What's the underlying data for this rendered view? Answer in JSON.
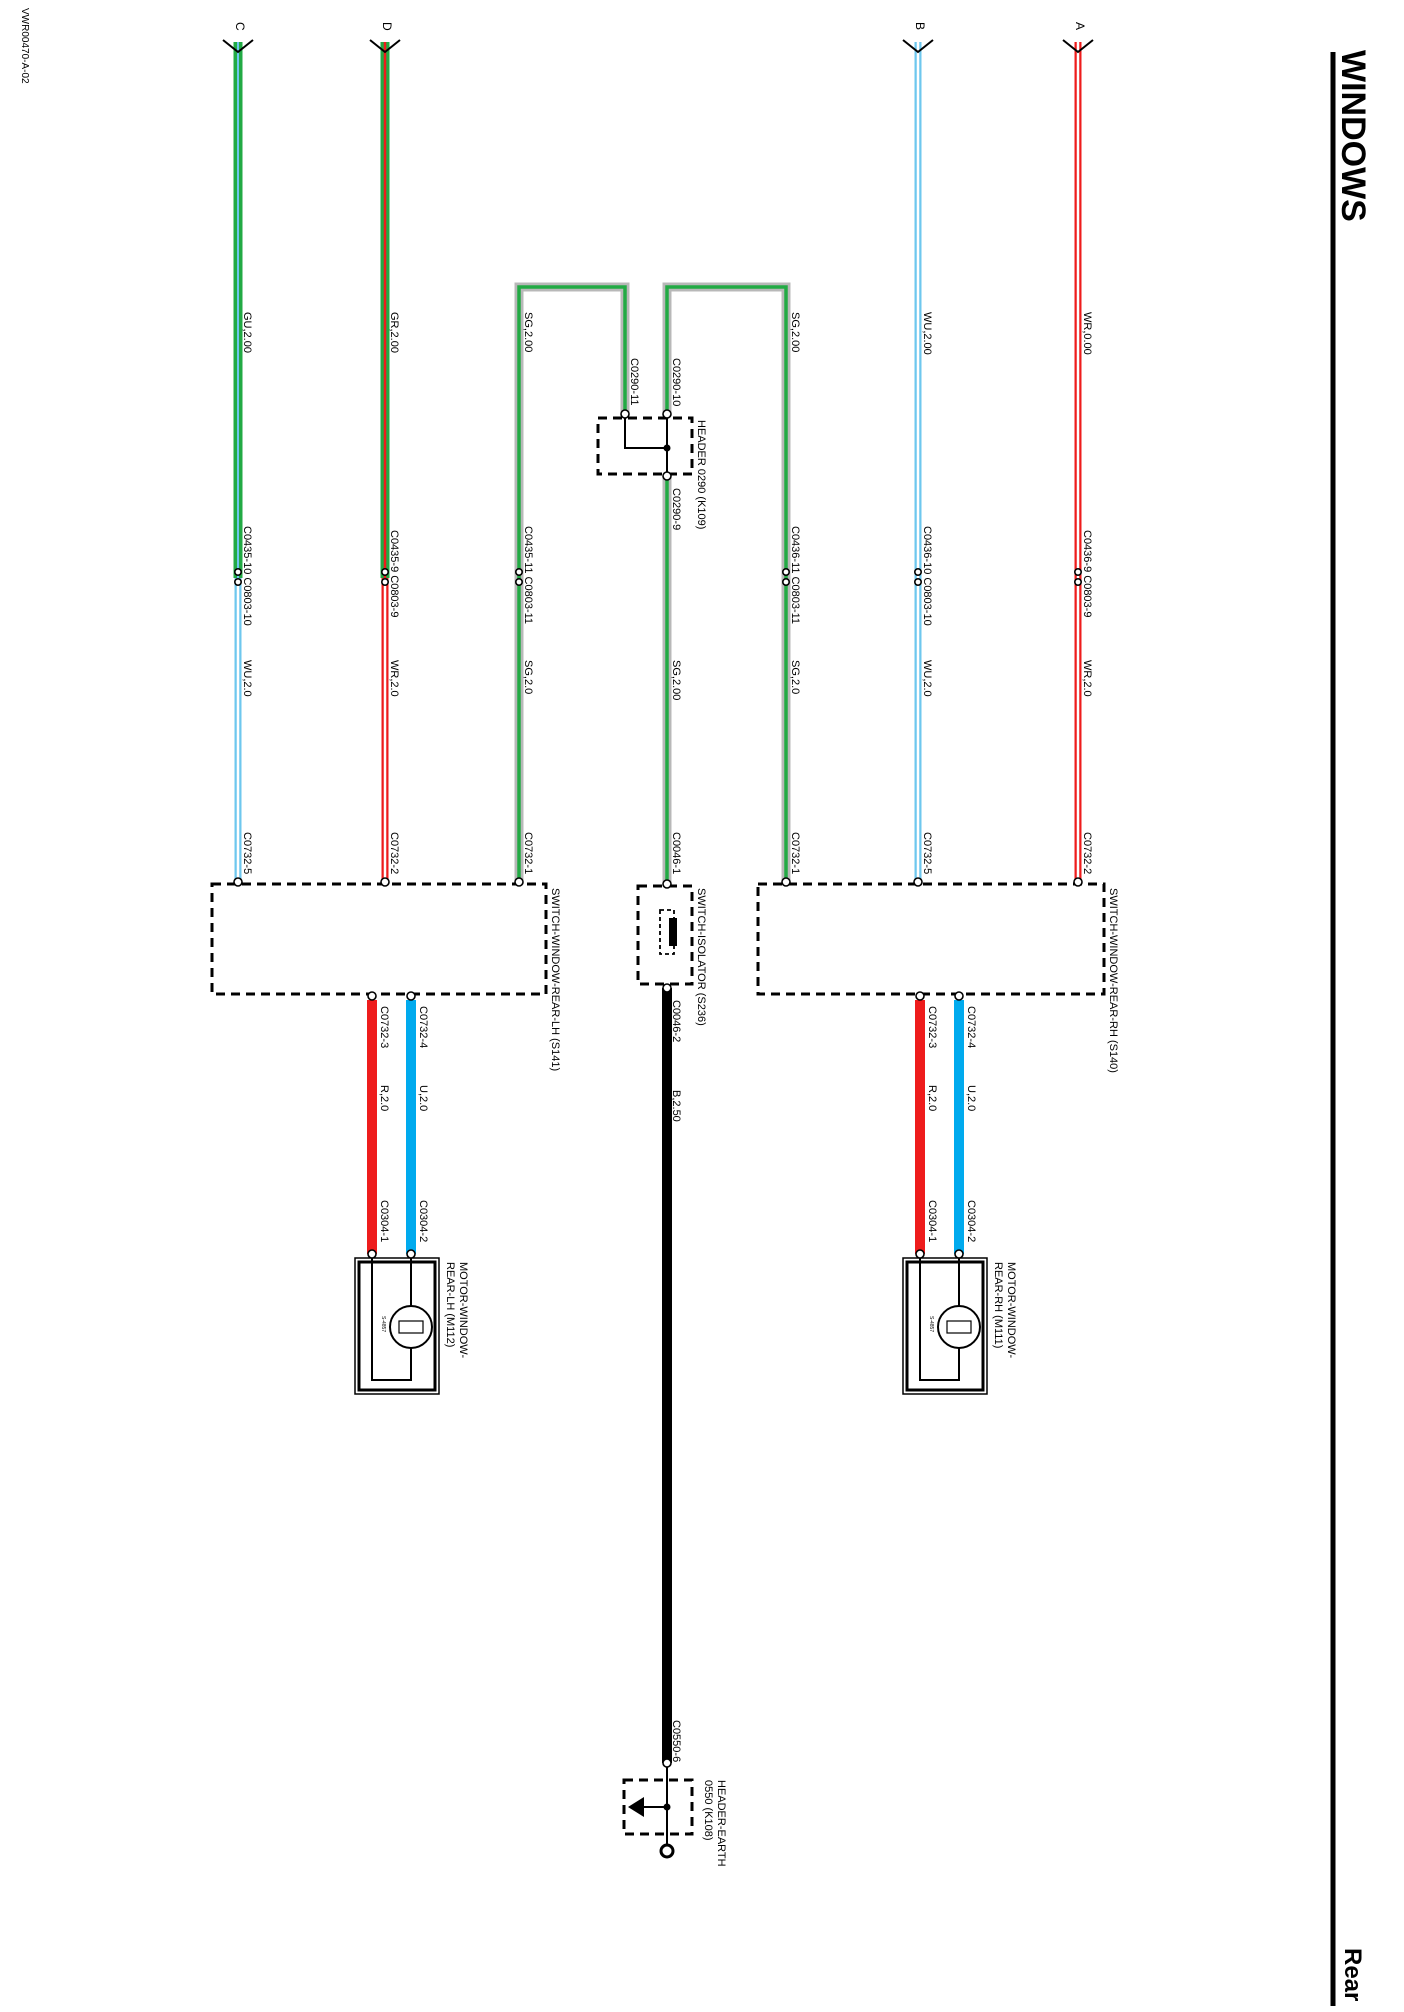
{
  "header": {
    "title": "WINDOWS",
    "subtitle": "Rear",
    "figure_id": "VWR00470-A-02"
  },
  "colors": {
    "green": "#22aa44",
    "grey": "#b8b8b8",
    "red": "#ee1c1c",
    "light_blue": "#6ec7ee",
    "bright_blue": "#00aaee",
    "white": "#ffffff",
    "black": "#000000"
  },
  "off_page_refs": {
    "a": "A",
    "b": "B",
    "c": "C",
    "d": "D"
  },
  "wires": {
    "a_top": "WR,0.00",
    "a_bottom": "WR,2.0",
    "b_top": "WU,2.00",
    "b_bottom": "WU,2.0",
    "c_top": "GU,2.00",
    "c_bottom": "WU,2.0",
    "d_top": "GR,2.00",
    "d_bottom": "WR,2.0",
    "rh_sg_top": "SG,2.00",
    "rh_sg_bottom": "SG,2.0",
    "lh_sg_top": "SG,2.00",
    "lh_sg_bottom": "SG,2.0",
    "iso_sg": "SG,2.00",
    "earth": "B,2.50",
    "rh_motor_u": "U,2.0",
    "rh_motor_r": "R,2.0",
    "lh_motor_u": "U,2.0",
    "lh_motor_r": "R,2.0"
  },
  "connectors": {
    "a_inline": "C0436-9 C0803-9",
    "b_inline": "C0436-10 C0803-10",
    "rh_sg_inline": "C0436-11 C0803-11",
    "c_inline": "C0435-10 C0803-10",
    "d_inline": "C0435-9 C0803-9",
    "lh_sg_inline": "C0435-11 C0803-11",
    "hdr_10": "C0290-10",
    "hdr_11": "C0290-11",
    "hdr_9": "C0290-9",
    "rh_in_1": "C0732-2",
    "rh_in_2": "C0732-5",
    "rh_in_3": "C0732-1",
    "lh_in_1": "C0732-5",
    "lh_in_2": "C0732-2",
    "lh_in_3": "C0732-1",
    "iso_in": "C0046-1",
    "iso_out": "C0046-2",
    "rh_out_u": "C0732-4",
    "rh_out_r": "C0732-3",
    "lh_out_u": "C0732-4",
    "lh_out_r": "C0732-3",
    "rh_motor_2": "C0304-2",
    "rh_motor_1": "C0304-1",
    "lh_motor_2": "C0304-2",
    "lh_motor_1": "C0304-1",
    "earth_hdr": "C0550-6"
  },
  "components": {
    "header_0290": "HEADER 0290 (K109)",
    "switch_rh": "SWITCH-WINDOW-REAR-RH (S140)",
    "switch_lh": "SWITCH-WINDOW-REAR-LH (S141)",
    "isolator": "SWITCH-ISOLATOR (S236)",
    "motor_rh_l1": "MOTOR-WINDOW-",
    "motor_rh_l2": "REAR-RH (M111)",
    "motor_lh_l1": "MOTOR-WINDOW-",
    "motor_lh_l2": "REAR-LH (M112)",
    "motor_mark": "S-4857",
    "earth_l1": "HEADER-EARTH",
    "earth_l2": "0550 (K108)"
  }
}
